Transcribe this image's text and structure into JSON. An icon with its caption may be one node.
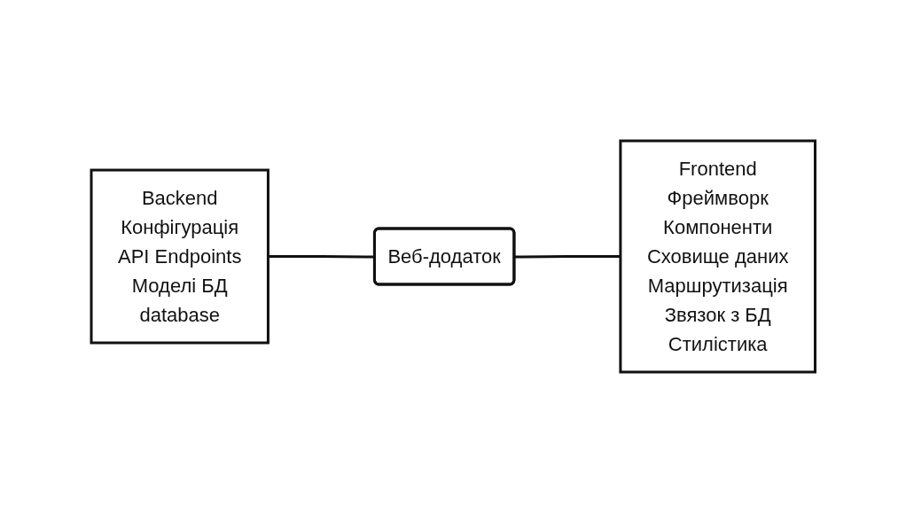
{
  "diagram": {
    "nodes": [
      {
        "text": [
          "Backend",
          "Конфігурація",
          "API Endpoints",
          "Моделі БД",
          "database"
        ]
      },
      {
        "text": [
          "Веб-додаток"
        ]
      },
      {
        "text": [
          "Frontend",
          "Фреймворк",
          "Компоненти",
          "Сховище даних",
          "Маршрутизація",
          "Звязок з БД",
          "Стилістика"
        ]
      }
    ],
    "edges": [
      {
        "from": 0,
        "to": 1,
        "arrow": "none"
      },
      {
        "from": 1,
        "to": 2,
        "arrow": "none"
      }
    ]
  }
}
